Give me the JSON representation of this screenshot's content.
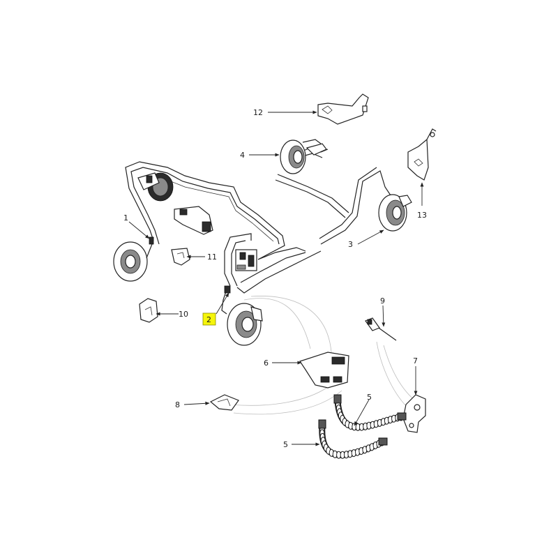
{
  "callouts": [
    {
      "id": "c1",
      "label": "1"
    },
    {
      "id": "c2",
      "label": "2",
      "highlighted": true
    },
    {
      "id": "c3",
      "label": "3"
    },
    {
      "id": "c4",
      "label": "4"
    },
    {
      "id": "c5a",
      "label": "5"
    },
    {
      "id": "c5b",
      "label": "5"
    },
    {
      "id": "c6",
      "label": "6"
    },
    {
      "id": "c7",
      "label": "7"
    },
    {
      "id": "c8",
      "label": "8"
    },
    {
      "id": "c9",
      "label": "9"
    },
    {
      "id": "c10",
      "label": "10"
    },
    {
      "id": "c11",
      "label": "11"
    },
    {
      "id": "c12",
      "label": "12"
    },
    {
      "id": "c13",
      "label": "13"
    }
  ],
  "colors": {
    "highlight_fill": "#f5f50a",
    "highlight_stroke": "#8a8a00",
    "ink": "#222222",
    "background": "#ffffff"
  }
}
